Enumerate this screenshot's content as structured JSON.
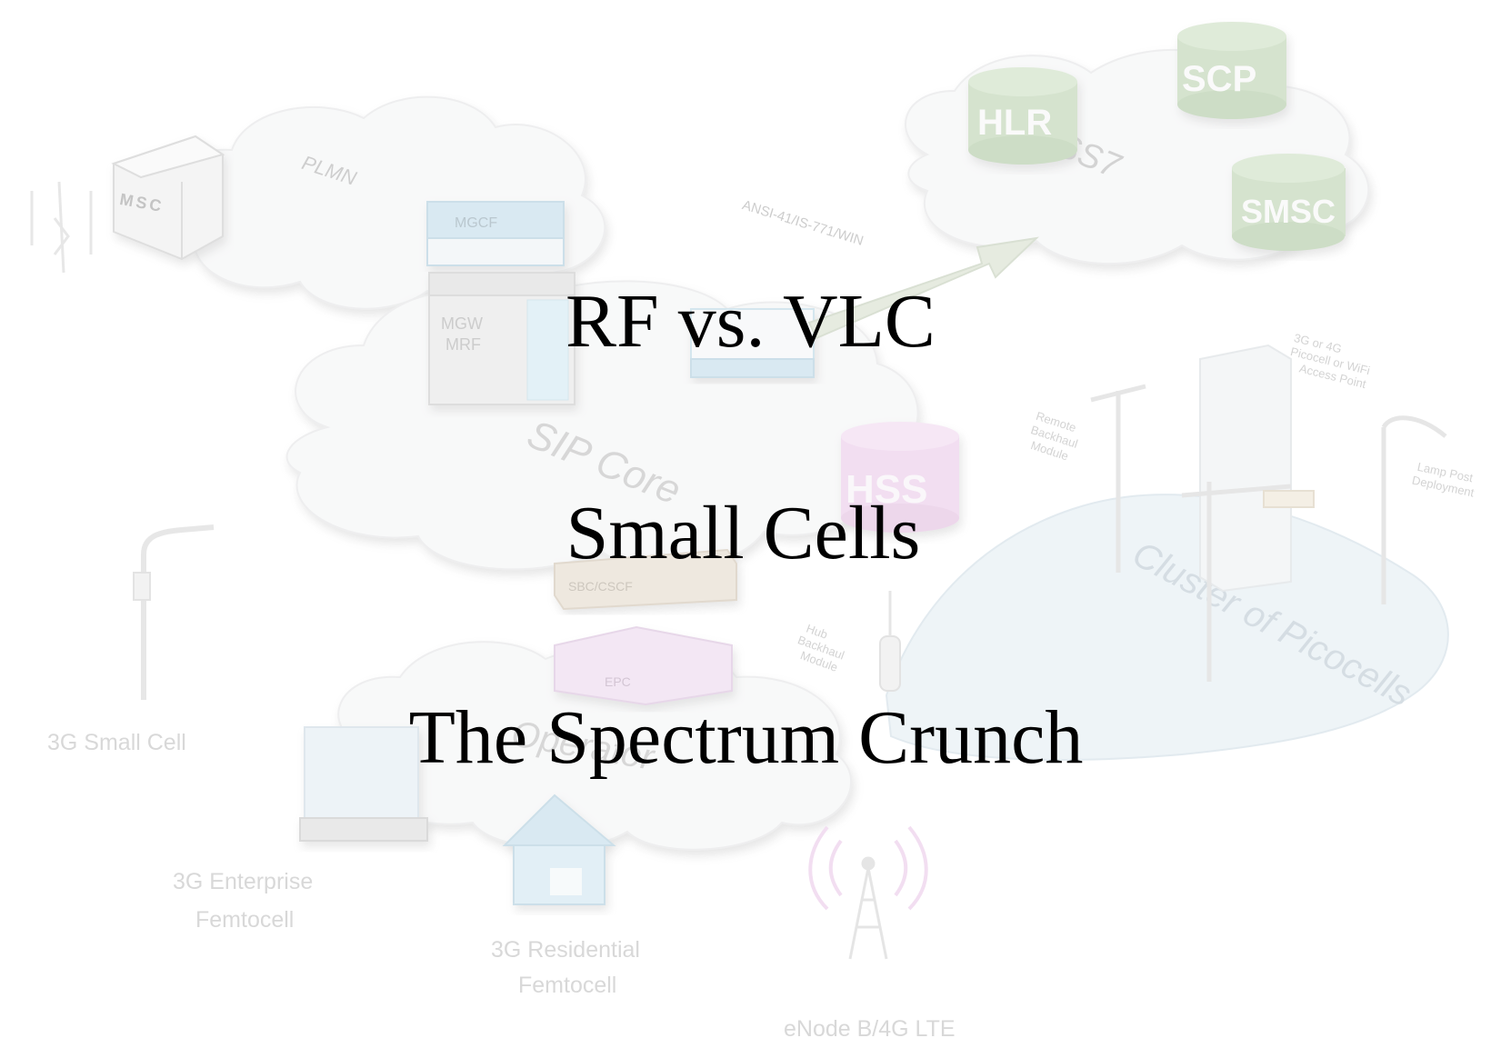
{
  "slide": {
    "titles": [
      "RF vs. VLC",
      "Small Cells",
      "The Spectrum Crunch"
    ]
  },
  "background": {
    "clouds": {
      "plmn": "PLMN",
      "ss7": "SS7",
      "sip_core": "SIP Core",
      "operator": "Operator",
      "picocells": "Cluster of Picocells"
    },
    "nodes": {
      "msc": "MSC",
      "mgcf": "MGCF",
      "mgw_mrf_1": "MGW",
      "mgw_mrf_2": "MRF",
      "hlr": "HLR",
      "scp": "SCP",
      "smsc": "SMSC",
      "hss": "HSS",
      "sbc_cscf": "SBC/CSCF",
      "epc": "EPC"
    },
    "labels": {
      "ansi": "ANSI-41/IS-771/WIN",
      "small_cell": "3G Small Cell",
      "enterprise_1": "3G Enterprise",
      "enterprise_2": "Femtocell",
      "residential_1": "3G Residential",
      "residential_2": "Femtocell",
      "enodeb": "eNode B/4G LTE",
      "remote_1": "Remote",
      "remote_2": "Backhaul",
      "remote_3": "Module",
      "hub_1": "Hub",
      "hub_2": "Backhaul",
      "hub_3": "Module",
      "ap_1": "3G or 4G",
      "ap_2": "Picocell or WiFi",
      "ap_3": "Access Point",
      "lamp_1": "Lamp Post",
      "lamp_2": "Deployment"
    },
    "colors": {
      "cloud": "#f1f2f3",
      "db_green": "#9fc08f",
      "db_pink": "#e2b4e0",
      "box_blue": "#a9cfe2",
      "box_gray": "#cfcfcf",
      "sbc": "#d9cbb6",
      "epc": "#e4c9e6"
    }
  }
}
